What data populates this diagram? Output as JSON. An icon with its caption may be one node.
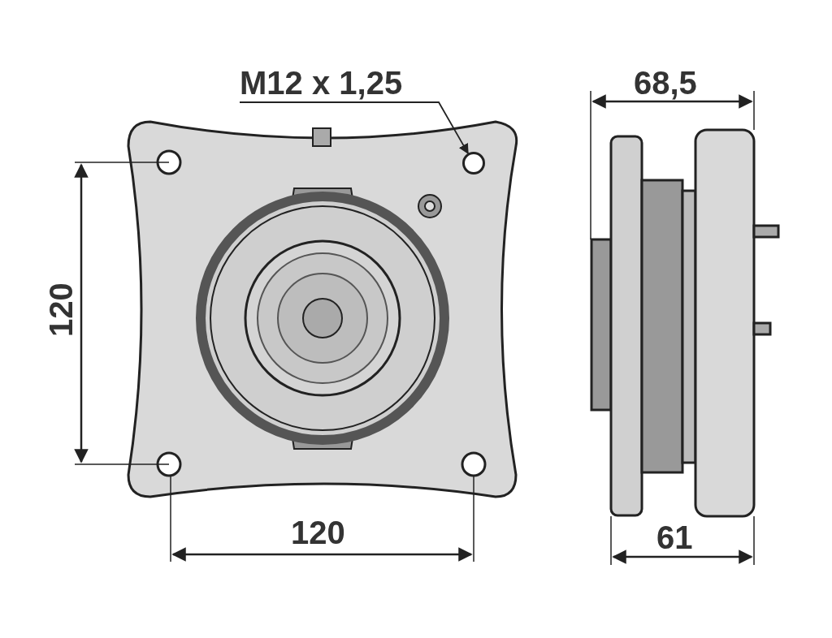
{
  "diagram": {
    "nodes": [
      {
        "text": [
          "M12 x 1,25"
        ]
      },
      {
        "text": [],
        "shape": "circle"
      }
    ],
    "edges": [
      {
        "from": 0,
        "to": 1,
        "arrow": "to"
      }
    ],
    "labels": [
      "68,5",
      "120",
      "120",
      "61"
    ]
  }
}
